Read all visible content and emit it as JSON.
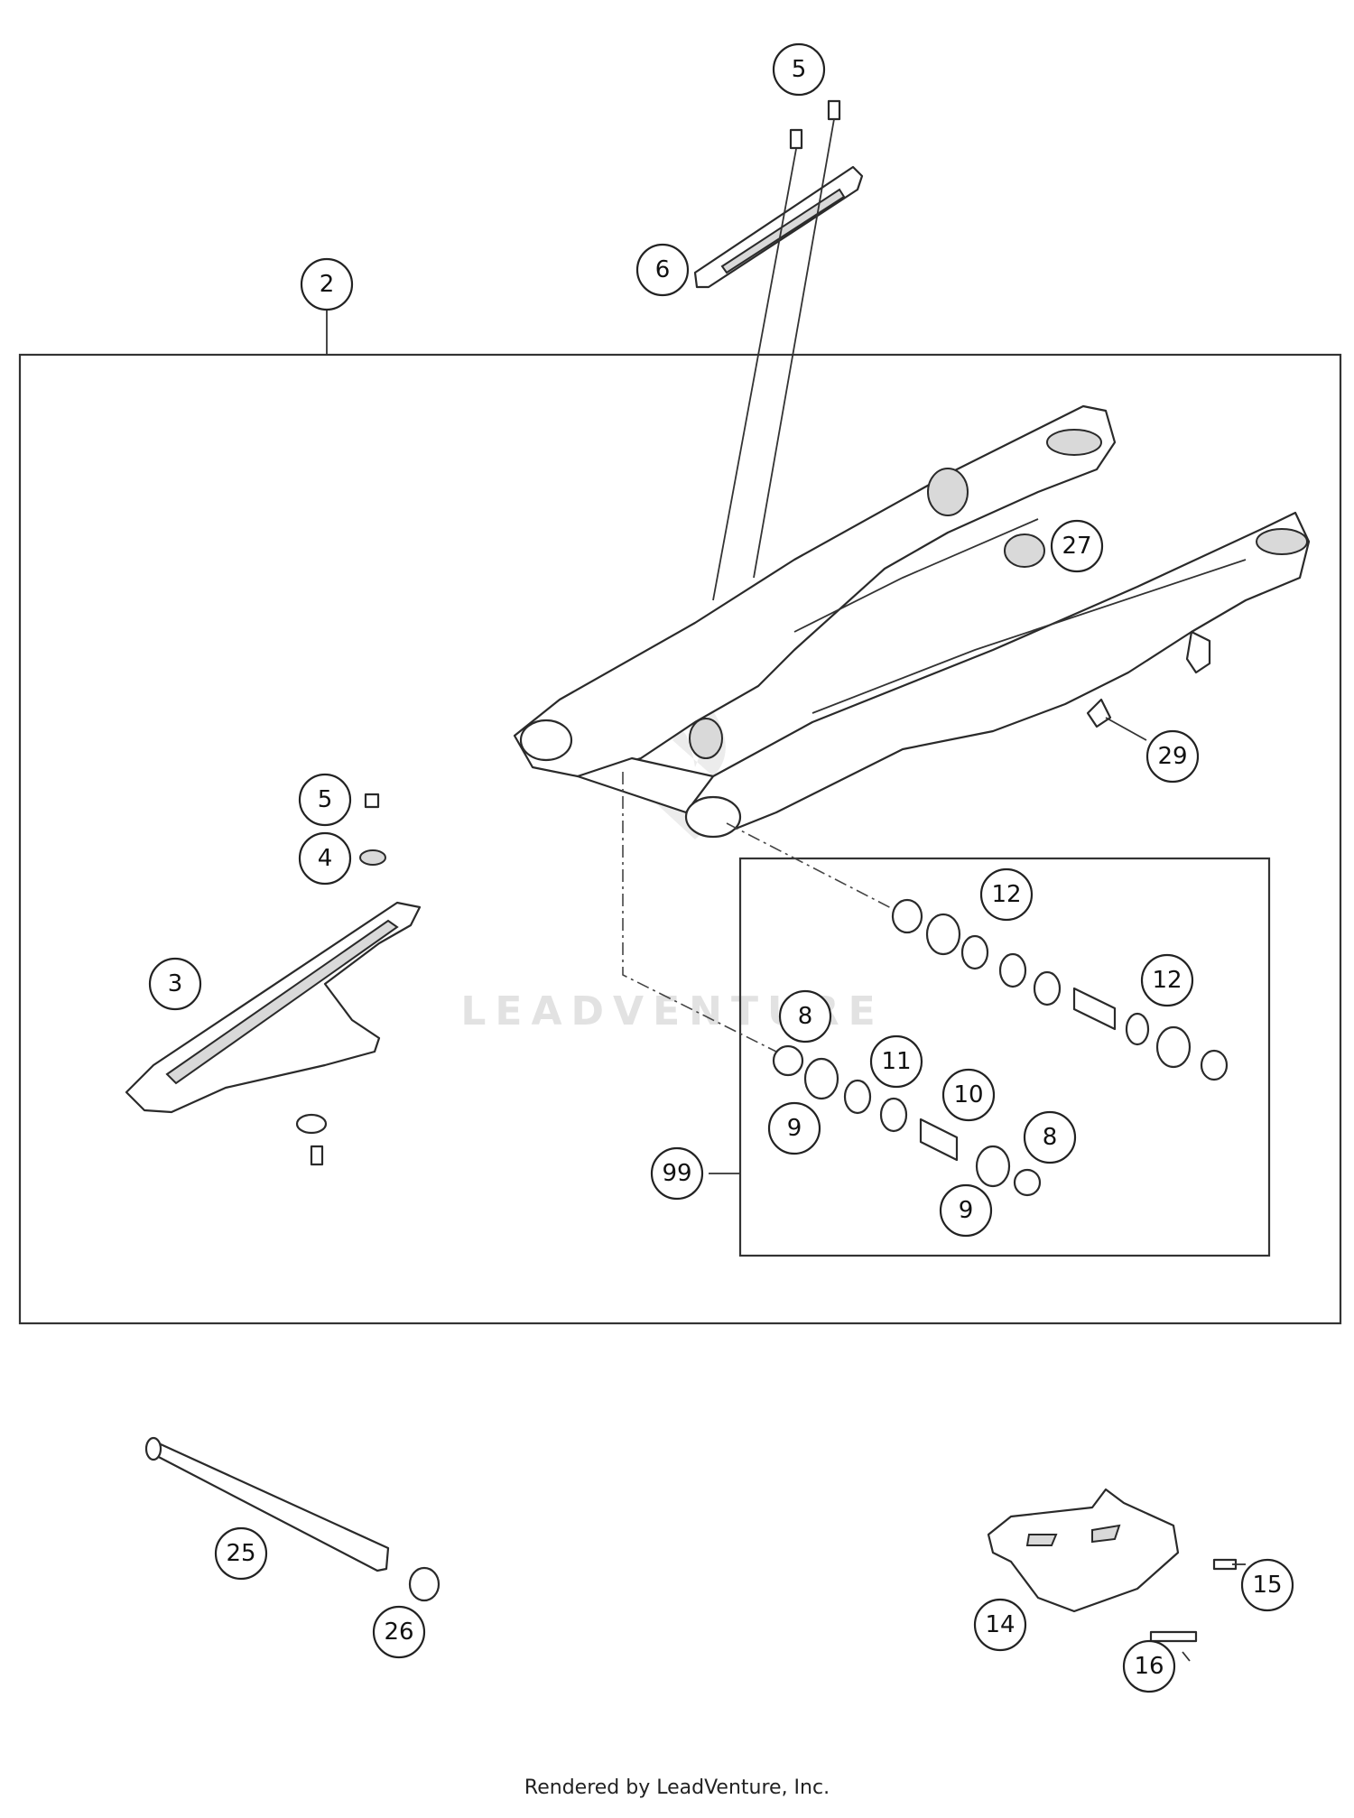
{
  "watermark": "LEADVENTURE",
  "footer": "Rendered by LeadVenture, Inc.",
  "callouts": [
    "5",
    "6",
    "2",
    "27",
    "29",
    "5",
    "4",
    "3",
    "12",
    "12",
    "8",
    "11",
    "10",
    "9",
    "8",
    "9",
    "99",
    "25",
    "26",
    "14",
    "15",
    "16"
  ],
  "colors": {
    "line": "#2a2a2a",
    "background": "#ffffff",
    "watermark": "#e2e2e2"
  }
}
